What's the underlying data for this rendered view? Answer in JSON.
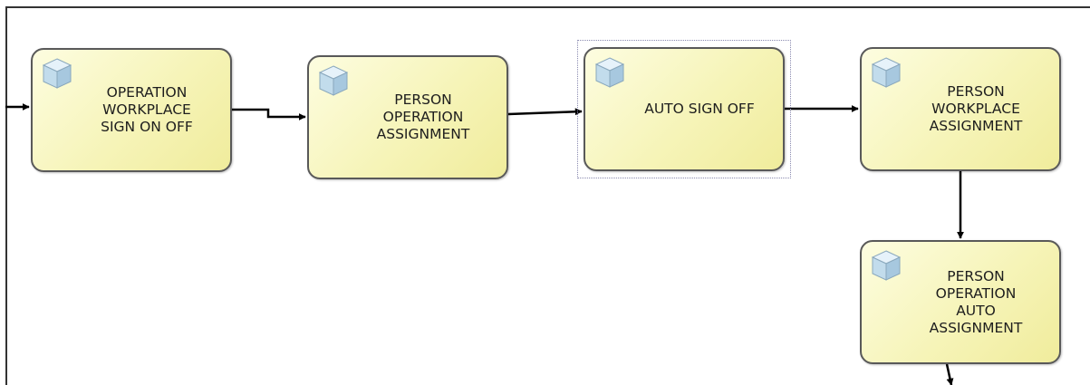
{
  "diagram": {
    "nodes": [
      {
        "id": "operation-workplace-sign-on-off",
        "label": "OPERATION\nWORKPLACE\nSIGN ON OFF",
        "icon": "cube-icon"
      },
      {
        "id": "person-operation-assignment",
        "label": "PERSON\nOPERATION\nASSIGNMENT",
        "icon": "cube-icon"
      },
      {
        "id": "auto-sign-off",
        "label": "AUTO SIGN OFF",
        "icon": "cube-icon",
        "selected": true
      },
      {
        "id": "person-workplace-assignment",
        "label": "PERSON\nWORKPLACE\nASSIGNMENT",
        "icon": "cube-icon"
      },
      {
        "id": "person-operation-auto-assignment",
        "label": "PERSON\nOPERATION\nAUTO\nASSIGNMENT",
        "icon": "cube-icon"
      }
    ],
    "edges": [
      {
        "from": "",
        "to": "operation-workplace-sign-on-off"
      },
      {
        "from": "operation-workplace-sign-on-off",
        "to": "person-operation-assignment"
      },
      {
        "from": "person-operation-assignment",
        "to": "auto-sign-off"
      },
      {
        "from": "auto-sign-off",
        "to": "person-workplace-assignment"
      },
      {
        "from": "person-workplace-assignment",
        "to": "person-operation-auto-assignment"
      },
      {
        "from": "person-operation-auto-assignment",
        "to": ""
      }
    ],
    "colors": {
      "node_fill": "#f6f4b8",
      "node_border": "#595959",
      "edge": "#000000",
      "selection": "#8a8ab0"
    }
  }
}
